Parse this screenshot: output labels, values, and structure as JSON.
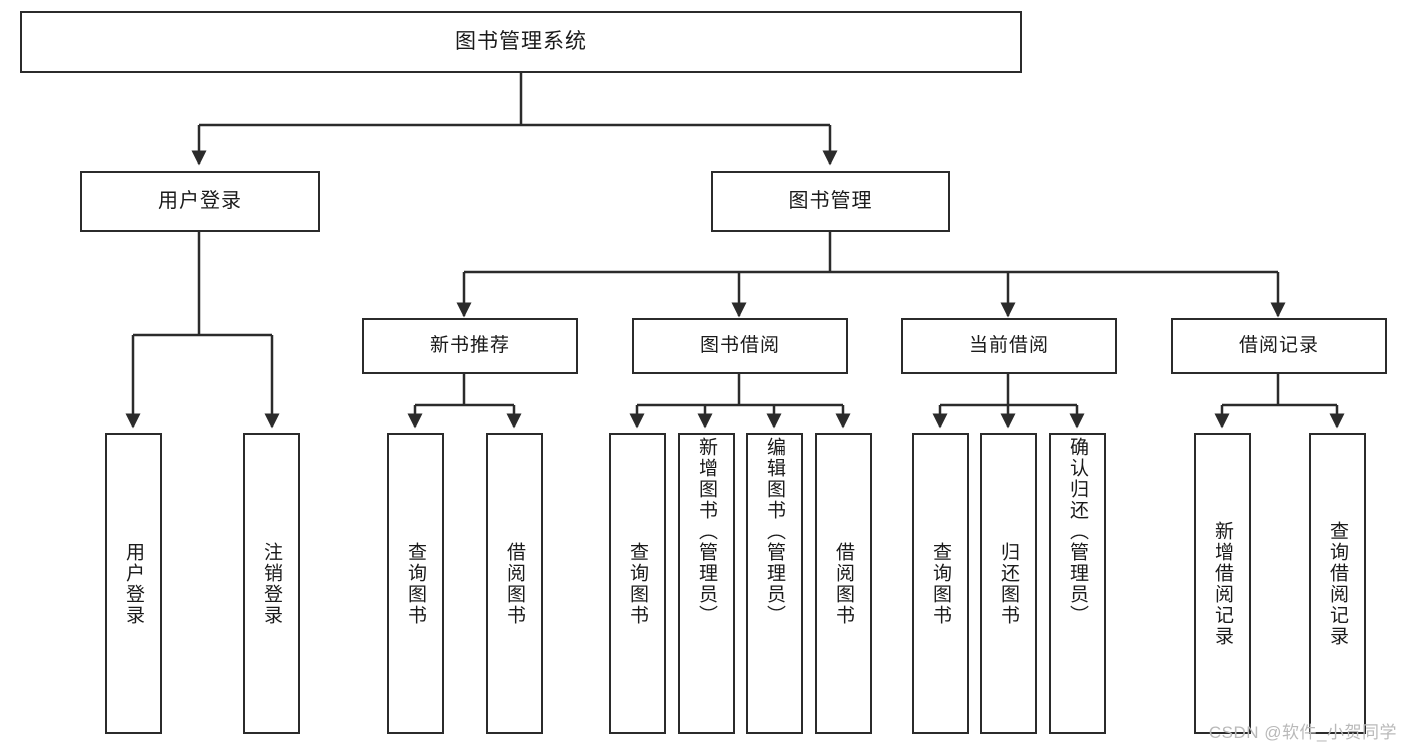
{
  "diagram": {
    "title_node": "图书管理系统",
    "watermark": "CSDN @软件_小贺同学",
    "colors": {
      "stroke": "#2b2b2b",
      "fill": "#ffffff",
      "text": "#1a1a1a",
      "watermark": "#b9b9b9"
    },
    "level2": [
      {
        "label": "用户登录"
      },
      {
        "label": "图书管理"
      }
    ],
    "level3": [
      {
        "label": "新书推荐"
      },
      {
        "label": "图书借阅"
      },
      {
        "label": "当前借阅"
      },
      {
        "label": "借阅记录"
      }
    ],
    "leaves": {
      "user_login": [
        {
          "label": "用户登录"
        },
        {
          "label": "注销登录"
        }
      ],
      "new_book": [
        {
          "label": "查询图书"
        },
        {
          "label": "借阅图书"
        }
      ],
      "book_borrow": [
        {
          "label": "查询图书"
        },
        {
          "label": "新增图书（管理员）"
        },
        {
          "label": "编辑图书（管理员）"
        },
        {
          "label": "借阅图书"
        }
      ],
      "current_borrow": [
        {
          "label": "查询图书"
        },
        {
          "label": "归还图书"
        },
        {
          "label": "确认归还（管理员）"
        }
      ],
      "borrow_record": [
        {
          "label": "新增借阅记录"
        },
        {
          "label": "查询借阅记录"
        }
      ]
    }
  }
}
